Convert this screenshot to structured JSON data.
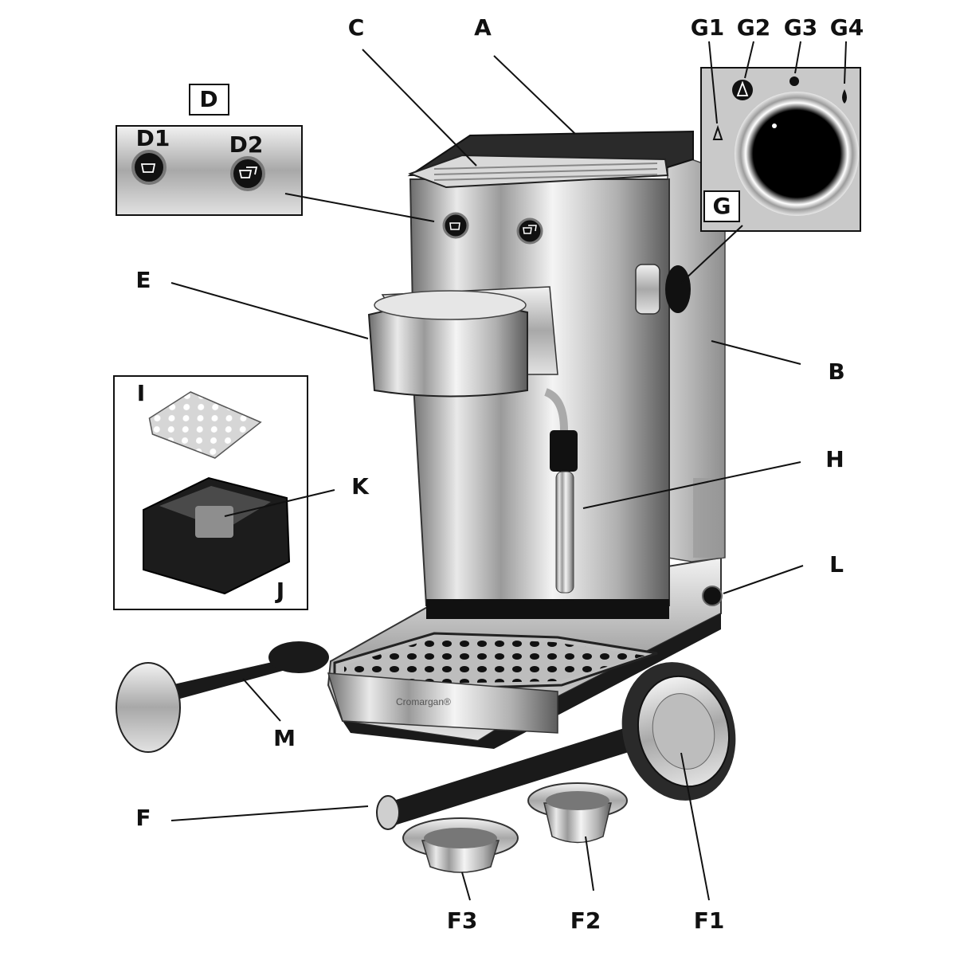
{
  "callouts": {
    "A": "A",
    "B": "B",
    "C": "C",
    "D": "D",
    "D1": "D1",
    "D2": "D2",
    "E": "E",
    "F": "F",
    "F1": "F1",
    "F2": "F2",
    "F3": "F3",
    "G": "G",
    "G1": "G1",
    "G2": "G2",
    "G3": "G3",
    "G4": "G4",
    "H": "H",
    "I": "I",
    "J": "J",
    "K": "K",
    "L": "L",
    "M": "M"
  },
  "brand_text": "Cromargan®",
  "icons": {
    "one_cup_button": "cup-icon",
    "two_cup_button": "two-cups-icon",
    "steam": "steam-icon",
    "standby": "dot-icon",
    "hot_water": "drop-icon"
  }
}
